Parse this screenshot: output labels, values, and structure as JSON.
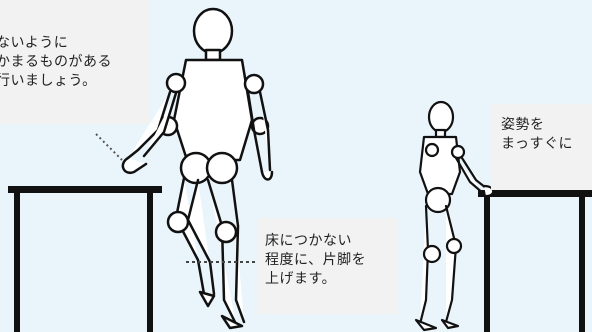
{
  "callouts": {
    "left_note": {
      "lines": [
        "ないように",
        "かまるものがある",
        "行いましょう。"
      ]
    },
    "middle_note": {
      "lines": [
        "床につかない",
        "程度に、片脚を",
        "上げます。"
      ]
    },
    "right_note": {
      "lines": [
        "姿勢を",
        "まっすぐに"
      ]
    }
  },
  "colors": {
    "background": "#e9f5fb",
    "callout_bg": "#f2f2f2",
    "ink": "#000000"
  }
}
